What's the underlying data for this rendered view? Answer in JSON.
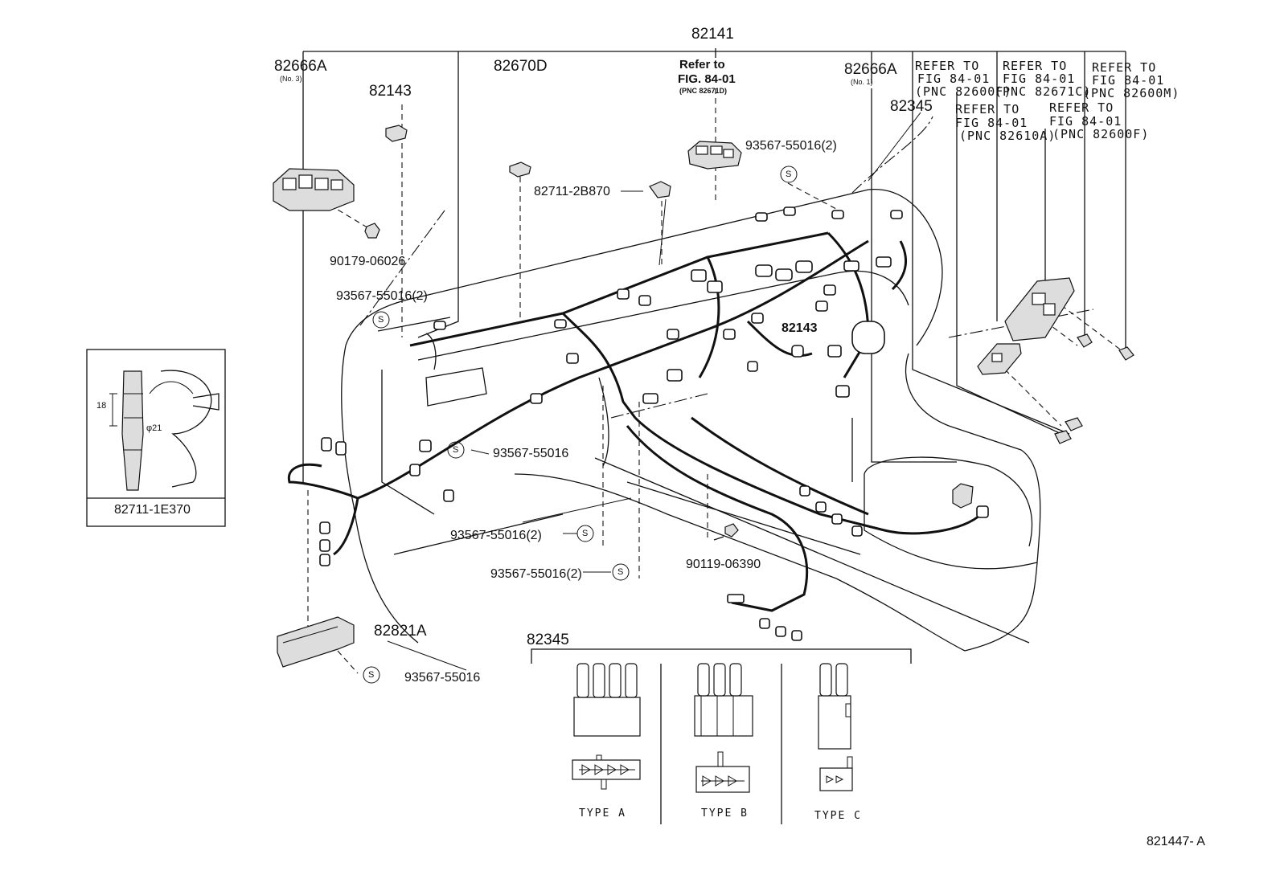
{
  "labels": {
    "harness_main": "82141",
    "p82666a_no3": "82666A",
    "p82666a_no3_sub": "(No. 3)",
    "p82143_top": "82143",
    "p82670d": "82670D",
    "refer_bold_1": "Refer to",
    "refer_bold_2": "FIG. 84-01",
    "refer_bold_3": "(PNC 82671D)",
    "p82666a_no1": "82666A",
    "p82666a_no1_sub": "(No. 1)",
    "p82345_top": "82345",
    "ref1_l1": "REFER TO",
    "ref1_l2": "FIG 84-01",
    "ref1_l3": "(PNC 82600F)",
    "ref2_l1": "REFER TO",
    "ref2_l2": "FIG 84-01",
    "ref2_l3": "(PNC 82671C)",
    "ref3_l1": "REFER TO",
    "ref3_l2": "FIG 84-01",
    "ref3_l3": "(PNC 82600M)",
    "ref4_l1": "REFER TO",
    "ref4_l2": "FIG 84-01",
    "ref4_l3": "(PNC 82610A)",
    "ref5_l1": "REFER TO",
    "ref5_l2": "FIG 84-01",
    "ref5_l3": "(PNC 82600F)",
    "clip_top_right": "93567-55016(2)",
    "p82711_2b870": "82711-2B870",
    "p90179": "90179-06026",
    "clip_left": "93567-55016(2)",
    "p82143_mid": "82143",
    "clip_mid": "93567-55016",
    "clip_low1": "93567-55016(2)",
    "clip_low2": "93567-55016(2)",
    "p90119": "90119-06390",
    "p82821a": "82821A",
    "clip_bottom": "93567-55016",
    "inset_part": "82711-1E370",
    "inset_dim1": "18",
    "inset_dim2": "φ21",
    "p82345_bottom": "82345",
    "type_a": "TYPE A",
    "type_b": "TYPE B",
    "type_c": "TYPE C",
    "clip_symbol": "S",
    "figure_id": "821447- A"
  }
}
